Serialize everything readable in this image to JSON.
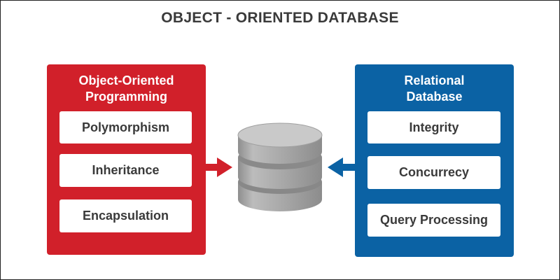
{
  "title": "OBJECT - ORIENTED DATABASE",
  "left_panel": {
    "title_line1": "Object-Oriented",
    "title_line2": "Programming",
    "color": "#d1202a",
    "items": [
      "Polymorphism",
      "Inheritance",
      "Encapsulation"
    ]
  },
  "right_panel": {
    "title_line1": "Relational",
    "title_line2": "Database",
    "color": "#0b62a4",
    "items": [
      "Integrity",
      "Concurrecy",
      "Query Processing"
    ]
  },
  "center": {
    "icon": "database-icon",
    "color": "#a9a9a9"
  }
}
